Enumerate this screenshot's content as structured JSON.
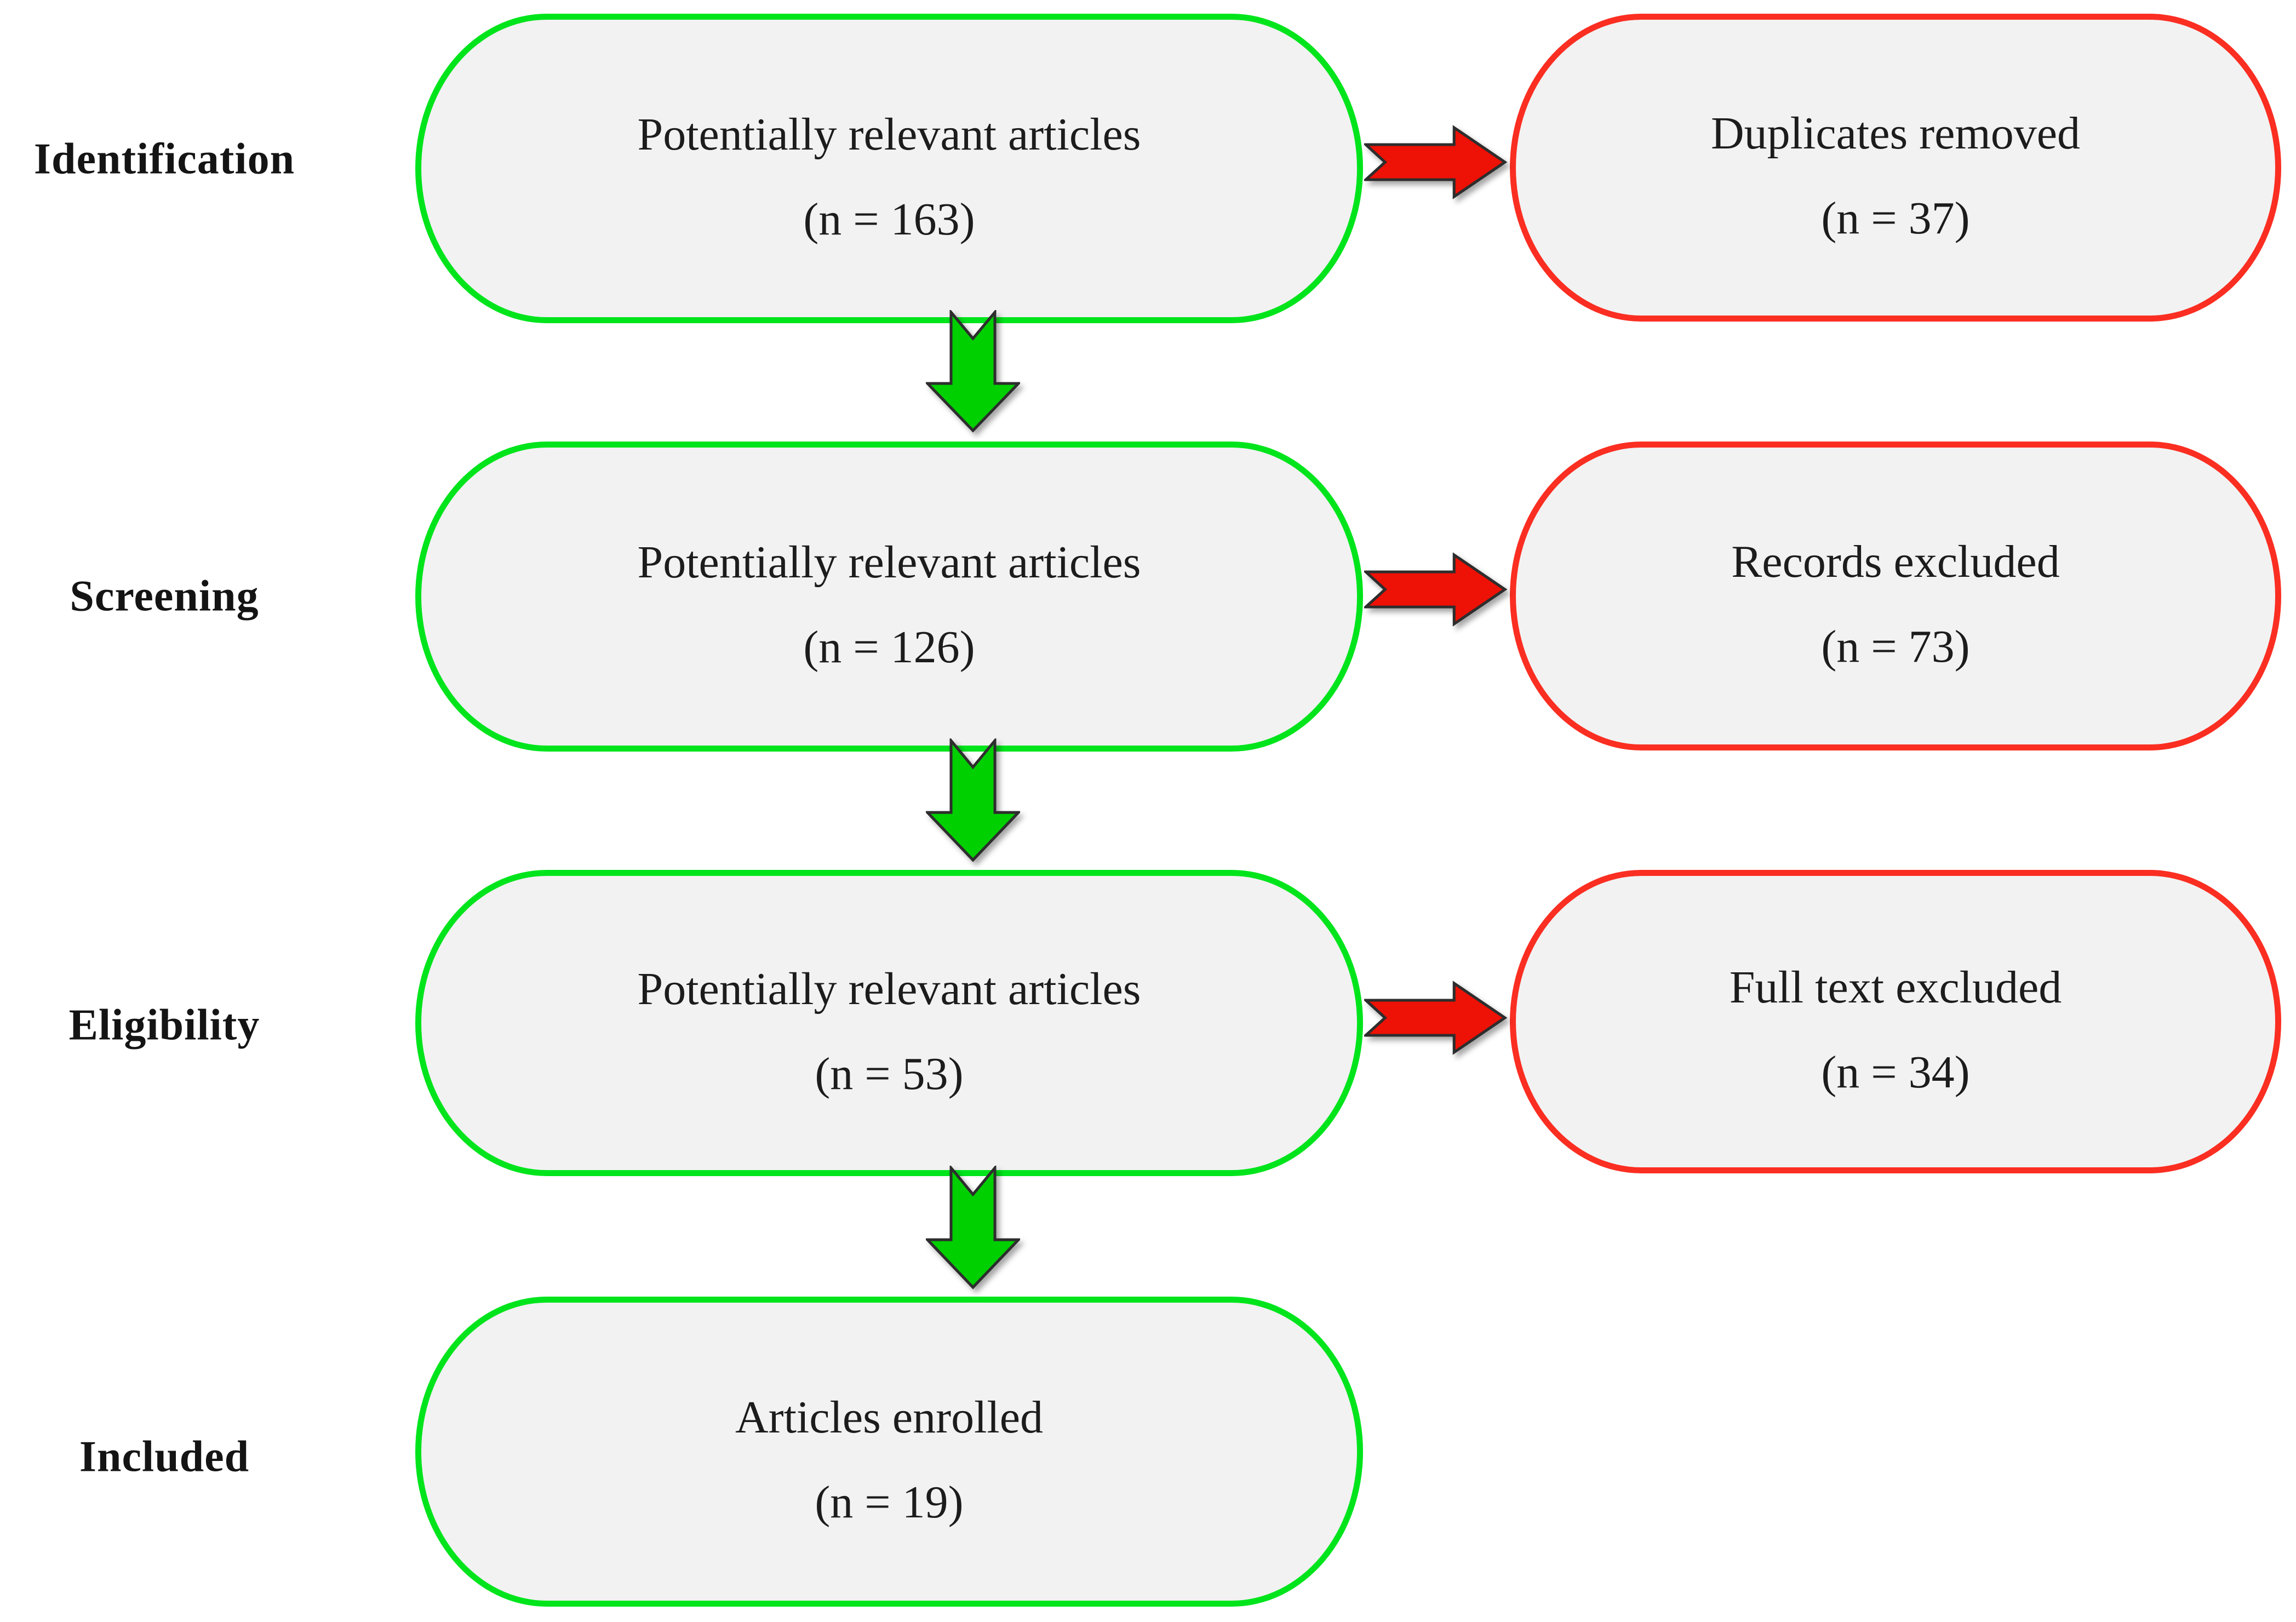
{
  "figure": {
    "type": "prisma-flow-diagram",
    "stages": [
      {
        "label": "Identification"
      },
      {
        "label": "Screening"
      },
      {
        "label": "Eligibility"
      },
      {
        "label": "Included"
      }
    ],
    "main_boxes": [
      {
        "line1": "Potentially relevant articles",
        "line2": "(n = 163)"
      },
      {
        "line1": "Potentially relevant articles",
        "line2": "(n = 126)"
      },
      {
        "line1": "Potentially relevant articles",
        "line2": "(n = 53)"
      },
      {
        "line1": "Articles enrolled",
        "line2": "(n = 19)"
      }
    ],
    "side_boxes": [
      {
        "line1": "Duplicates removed",
        "line2": "(n = 37)"
      },
      {
        "line1": "Records excluded",
        "line2": "(n = 73)"
      },
      {
        "line1": "Full text excluded",
        "line2": "(n = 34)"
      }
    ],
    "colors": {
      "main_box_border": "#00e41c",
      "side_box_border": "#fb2e22",
      "box_fill": "#f2f2f2",
      "down_arrow_fill": "#00cf00",
      "right_arrow_fill": "#ee1105",
      "arrow_outline": "#2d2d2d",
      "text": "#1c1c1c",
      "background": "#ffffff"
    }
  }
}
